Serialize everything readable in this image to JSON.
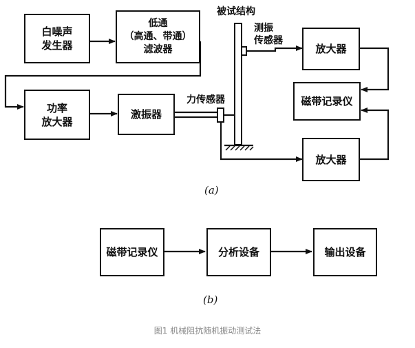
{
  "diagram_a": {
    "white_noise_generator": "白噪声\n发生器",
    "filter": "低通\n（高通、带通）\n滤波器",
    "power_amplifier": "功率\n放大器",
    "exciter": "激振器",
    "force_sensor": "力传感器",
    "structure_under_test": "被试结构",
    "vibration_sensor": "测振\n传感器",
    "amplifier_top": "放大器",
    "tape_recorder": "磁带记录仪",
    "amplifier_bottom": "放大器",
    "sublabel": "(a)"
  },
  "diagram_b": {
    "tape_recorder": "磁带记录仪",
    "analysis_equipment": "分析设备",
    "output_equipment": "输出设备",
    "sublabel": "(b)"
  },
  "caption": "图1 机械阻抗随机振动测试法"
}
